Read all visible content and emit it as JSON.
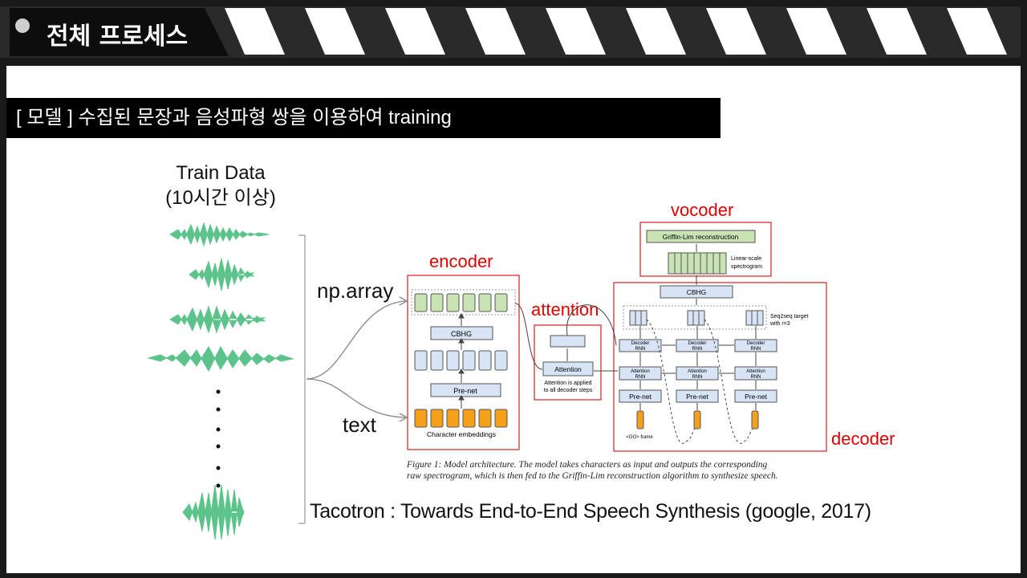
{
  "header": {
    "title": "전체 프로세스"
  },
  "subtitle": "[ 모델 ] 수집된 문장과 음성파형 쌍을 이용하여 training",
  "train_data": {
    "line1": "Train Data",
    "line2": "(10시간 이상)"
  },
  "arrows": {
    "top": "np.array",
    "bottom": "text"
  },
  "sections": {
    "encoder": "encoder",
    "attention": "attention",
    "vocoder": "vocoder",
    "decoder": "decoder"
  },
  "figure": {
    "encoder_cbhg": "CBHG",
    "encoder_prenet": "Pre-net",
    "char_embeddings": "Character embeddings",
    "attention_box": "Attention",
    "attention_note_1": "Attention is applied",
    "attention_note_2": "to all decoder steps",
    "griffin": "Griffin-Lim reconstruction",
    "linear_1": "Linear-scale",
    "linear_2": "spectrogram",
    "decoder_cbhg": "CBHG",
    "seq2seq_1": "Seq2seq target",
    "seq2seq_2": "with r=3",
    "decoder_rnn_1": "Decoder",
    "decoder_rnn_2": "RNN",
    "attention_rnn_1": "Attention",
    "attention_rnn_2": "RNN",
    "decoder_prenet": "Pre-net",
    "go_frame": "<GO> frame",
    "caption_line1": "Figure 1: Model architecture. The model takes characters as input and outputs the corresponding",
    "caption_line2": "raw spectrogram, which is then fed to the Griffin-Lim reconstruction algorithm to synthesize speech."
  },
  "citation": "Tacotron : Towards End-to-End Speech Synthesis (google, 2017)",
  "colors": {
    "accent_red": "#e00000",
    "wave_green": "#5cc48a",
    "box_blue": "#d6e4f5",
    "box_green": "#c9e3b4",
    "box_orange": "#f5a01a"
  }
}
